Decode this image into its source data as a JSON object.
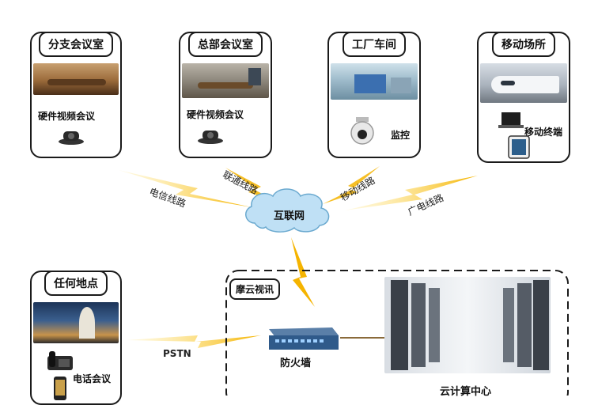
{
  "sites": [
    {
      "title": "分支会议室",
      "device": "硬件视频会议"
    },
    {
      "title": "总部会议室",
      "device": "硬件视频会议"
    },
    {
      "title": "工厂车间",
      "device": "监控"
    },
    {
      "title": "移动场所",
      "device": "移动终端"
    },
    {
      "title": "任何地点",
      "device": "电话会议"
    }
  ],
  "links": {
    "telecom": "电信线路",
    "unicom": "联通线路",
    "mobile": "移动线路",
    "broadcast": "广电线路",
    "pstn": "PSTN"
  },
  "internet": "互联网",
  "platform": {
    "title": "摩云视讯",
    "firewall": "防火墙",
    "datacenter": "云计算中心"
  },
  "colors": {
    "lightning": "#f5b400",
    "cloud": "#bfe0f5",
    "frame": "#1a1a1a"
  }
}
